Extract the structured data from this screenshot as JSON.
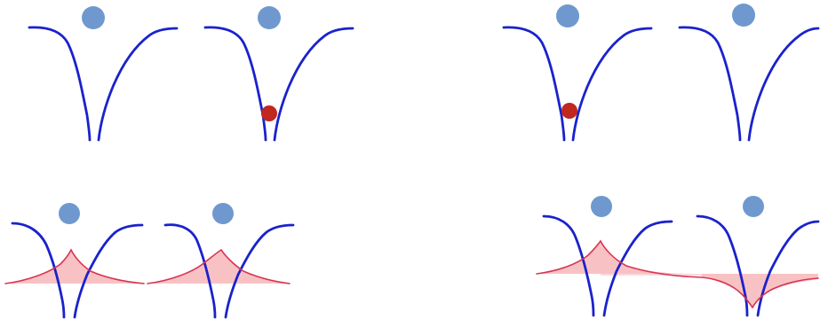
{
  "colors": {
    "well": "#1a22cc",
    "blue_dot": "#6f98cf",
    "red_dot": "#c0271f",
    "density_fill": "#f8c2c4",
    "density_line": "#d93452"
  },
  "panels": [
    {
      "id": "top-left",
      "description_visible": false
    },
    {
      "id": "top-right",
      "description_visible": false
    },
    {
      "id": "bottom-left",
      "description_visible": false
    },
    {
      "id": "bottom-right",
      "description_visible": false
    }
  ]
}
